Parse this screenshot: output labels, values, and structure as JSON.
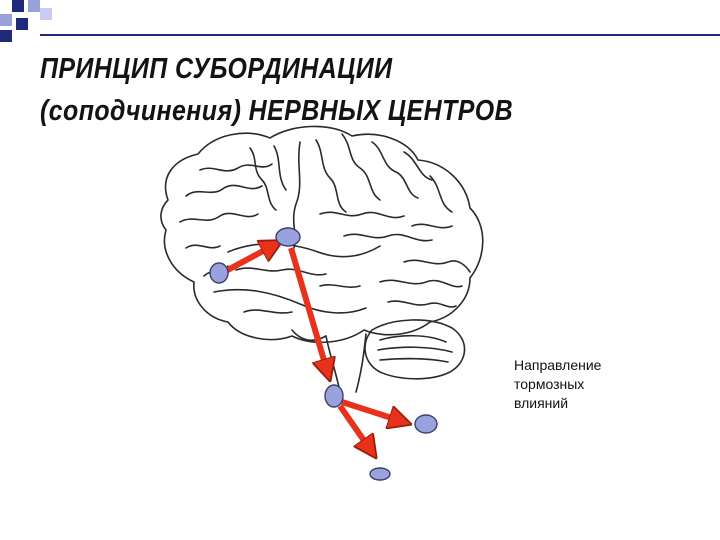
{
  "title": {
    "line1": "ПРИНЦИП  СУБОРДИНАЦИИ",
    "line2": "(соподчинения) НЕРВНЫХ ЦЕНТРОВ"
  },
  "legend": {
    "text": "Направление\nтормозных\nвлияний"
  },
  "colors": {
    "arrow": "#e8321b",
    "arrow_outline": "#9a1d0c",
    "node_fill": "#9aa2dd",
    "node_stroke": "#3b3f6e",
    "brain_stroke": "#2a2a2a",
    "accent": "#1f2a7a"
  },
  "icons": [
    "brain-illustration"
  ]
}
